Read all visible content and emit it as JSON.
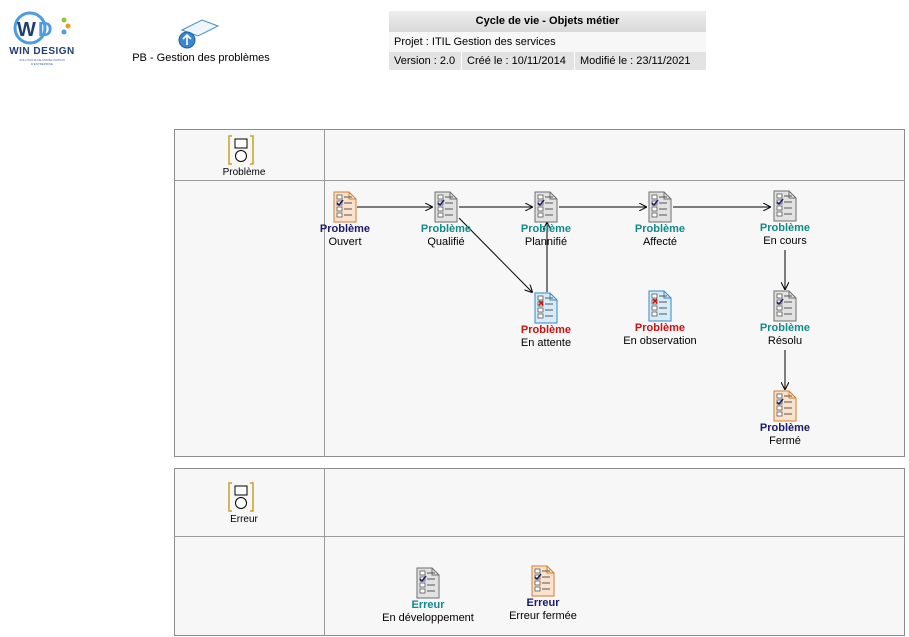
{
  "logo": {
    "text": "WIN DESIGN",
    "sub": "SOLUTIONS DE MODELISATION D'ENTREPRISE",
    "colors": [
      "#1f3f73",
      "#4d9be0",
      "#8dc63f",
      "#f39c12"
    ]
  },
  "process": {
    "icon": "process-upload-icon",
    "label": "PB - Gestion des problèmes"
  },
  "header": {
    "title": "Cycle de vie - Objets métier",
    "project": "Projet : ITIL Gestion des services",
    "version": "Version : 2.0",
    "created": "Créé le : 10/11/2014",
    "modified": "Modifié le : 23/11/2021"
  },
  "lanes": [
    {
      "name": "Problème",
      "icon": "business-object-icon"
    },
    {
      "name": "Erreur",
      "icon": "business-object-icon"
    }
  ],
  "states": [
    {
      "object": "Problème",
      "name": "Ouvert",
      "type": "initial"
    },
    {
      "object": "Problème",
      "name": "Qualifié",
      "type": "intermediate"
    },
    {
      "object": "Problème",
      "name": "Plannifié",
      "type": "intermediate"
    },
    {
      "object": "Problème",
      "name": "Affecté",
      "type": "intermediate"
    },
    {
      "object": "Problème",
      "name": "En cours",
      "type": "intermediate"
    },
    {
      "object": "Problème",
      "name": "En attente",
      "type": "exception"
    },
    {
      "object": "Problème",
      "name": "En observation",
      "type": "exception"
    },
    {
      "object": "Problème",
      "name": "Résolu",
      "type": "intermediate"
    },
    {
      "object": "Problème",
      "name": "Fermé",
      "type": "final"
    },
    {
      "object": "Erreur",
      "name": "En développement",
      "type": "intermediate"
    },
    {
      "object": "Erreur",
      "name": "Erreur fermée",
      "type": "final"
    }
  ],
  "transitions": [
    {
      "from": "Ouvert",
      "to": "Qualifié"
    },
    {
      "from": "Qualifié",
      "to": "Plannifié"
    },
    {
      "from": "Plannifié",
      "to": "Affecté"
    },
    {
      "from": "Affecté",
      "to": "En cours"
    },
    {
      "from": "Qualifié",
      "to": "En attente"
    },
    {
      "from": "En attente",
      "to": "Plannifié"
    },
    {
      "from": "En cours",
      "to": "Résolu"
    },
    {
      "from": "Résolu",
      "to": "Fermé"
    }
  ],
  "colors": {
    "intermediate": "#108a8a",
    "initial_final": "#1a1a6e",
    "exception": "#d01010",
    "lane_bg": "#f7f7f7",
    "lane_border": "#8c8c8c"
  }
}
